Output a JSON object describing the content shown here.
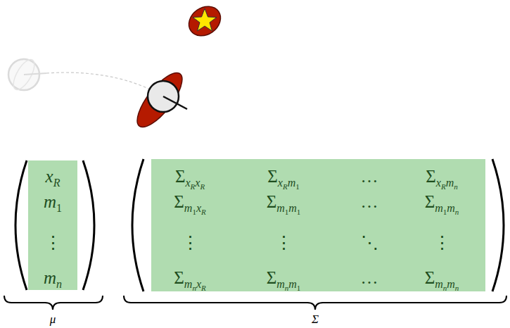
{
  "diagram": {
    "nodes": [
      {
        "text": [
          "x",
          "R",
          "m",
          "1",
          "⋮",
          "m",
          "n"
        ]
      },
      {
        "text": [
          "Σ",
          "x",
          "R",
          "x",
          "R",
          "Σ",
          "x",
          "R",
          "m",
          "1",
          "…",
          "Σ",
          "x",
          "R",
          "m",
          "n",
          "Σ",
          "m",
          "1",
          "x",
          "R",
          "Σ",
          "m",
          "1",
          "m",
          "1",
          "…",
          "Σ",
          "m",
          "1",
          "m",
          "n",
          "⋮",
          "⋮",
          "⋱",
          "⋮",
          "Σ",
          "m",
          "n",
          "x",
          "R",
          "Σ",
          "m",
          "n",
          "m",
          "1",
          "…",
          "Σ",
          "m",
          "n",
          "m",
          "n"
        ]
      }
    ],
    "labels": [
      "μ",
      "Σ"
    ]
  }
}
